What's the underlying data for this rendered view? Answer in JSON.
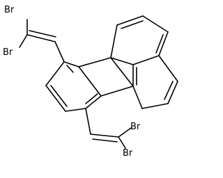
{
  "molecule": {
    "atoms": {
      "br_top_upper": "Br",
      "br_top_lower": "Br",
      "br_bottom_upper": "Br",
      "br_bottom_lower": "Br"
    }
  }
}
